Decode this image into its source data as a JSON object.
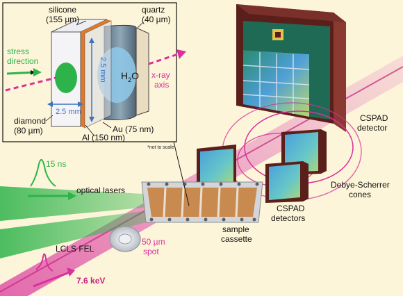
{
  "colors": {
    "background": "#fdf5d9",
    "xray_beam": "#d9309b",
    "laser_beam": "#2db34a",
    "dimension": "#3b73c4",
    "cspad_frame": "#6b2a24"
  },
  "inset": {
    "silicone": {
      "name": "silicone",
      "thickness": "(155 µm)"
    },
    "quartz": {
      "name": "quartz",
      "thickness": "(40 µm)"
    },
    "stress": {
      "line1": "stress",
      "line2": "direction"
    },
    "xray_axis": {
      "line1": "x-ray",
      "line2": "axis"
    },
    "water": {
      "text": "H",
      "sub": "2",
      "tail": "O"
    },
    "height_dim": "2.5 mm",
    "width_dim": "2.5 mm",
    "diamond": {
      "name": "diamond",
      "thickness": "(80 µm)"
    },
    "gold": "Au (75 nm)",
    "aluminum": "Al (150 nm)",
    "scale_note": "*not to scale"
  },
  "labels": {
    "pulse_duration": "15 ns",
    "optical_lasers": "optical lasers",
    "lcls_fel": "LCLS FEL",
    "spot": {
      "line1": "50 µm",
      "line2": "spot"
    },
    "energy": "7.6 keV",
    "sample_cassette": {
      "line1": "sample",
      "line2": "cassette"
    },
    "cspad_detectors": {
      "line1": "CSPAD",
      "line2": "detectors"
    },
    "cspad_detector": {
      "line1": "CSPAD",
      "line2": "detector"
    },
    "debye_scherrer": {
      "line1": "Debye-Scherrer",
      "line2": "cones"
    }
  }
}
